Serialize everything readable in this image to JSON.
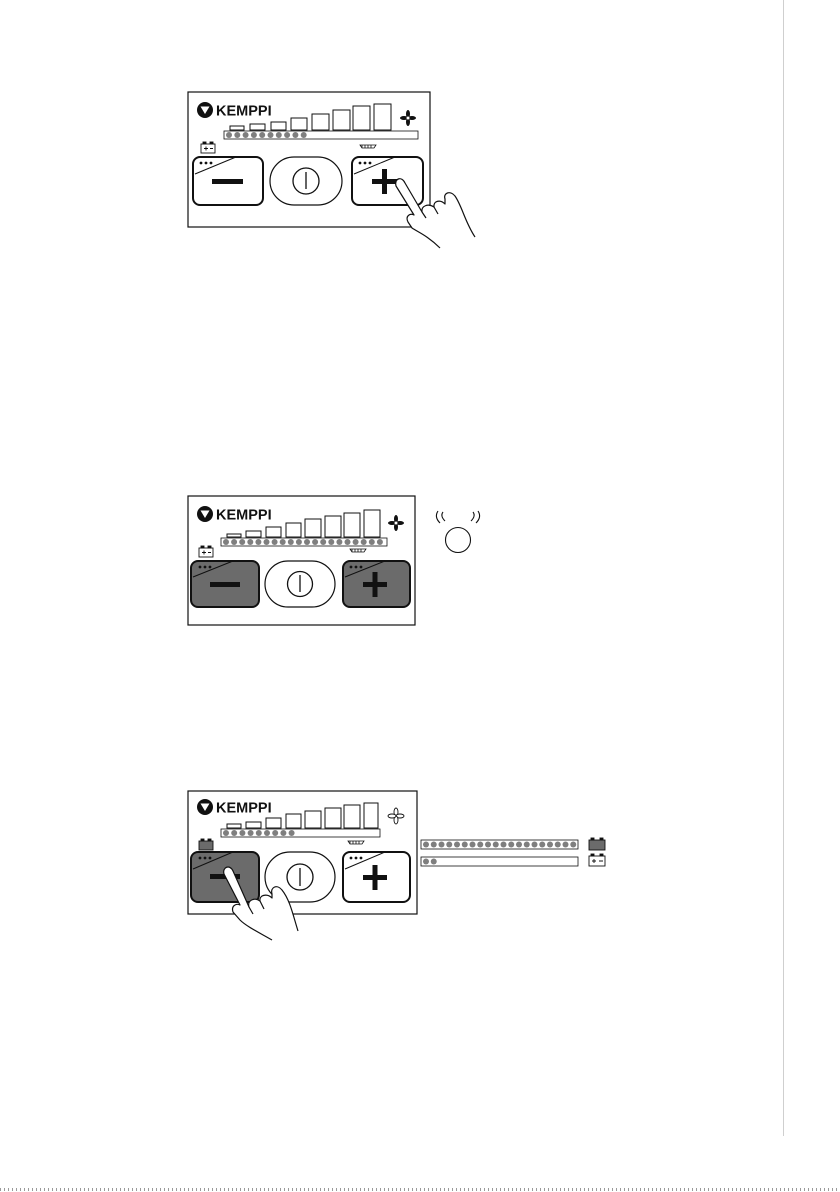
{
  "brand": "KEMPPI",
  "figures": [
    {
      "panel": {
        "minus_button_state": "normal",
        "plus_button_state": "normal",
        "leds_on": 10,
        "leds_total": 10,
        "fan_icon": "fan-icon",
        "hand_on": "plus-button"
      },
      "extras": []
    },
    {
      "panel": {
        "minus_button_state": "dark",
        "plus_button_state": "dark",
        "leds_on": 20,
        "leds_total": 20,
        "fan_icon": "fan-icon",
        "hand_on": ""
      },
      "extras": [
        "alarm-clock-icon"
      ]
    },
    {
      "panel": {
        "minus_button_state": "dark",
        "plus_button_state": "normal",
        "leds_on": 9,
        "leds_total": 9,
        "fan_icon": "fan-outline-icon",
        "hand_on": "minus-button"
      },
      "extras": [
        "battery-level-bar-full",
        "battery-level-bar-low"
      ],
      "battery_bars": [
        {
          "leds_on": 20,
          "icon": "battery-icon-dark"
        },
        {
          "leds_on": 2,
          "icon": "battery-icon-light"
        }
      ]
    }
  ],
  "colors": {
    "outline": "#111111",
    "led": "#7f7f7f",
    "button_dark": "#6b6b6b"
  }
}
